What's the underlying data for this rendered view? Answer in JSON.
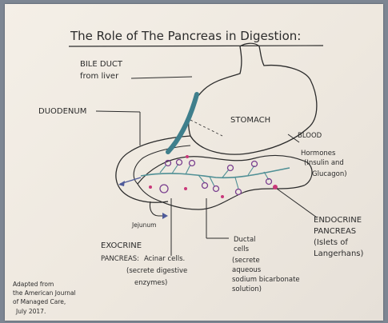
{
  "title": "The Role of The Pancreas in Digestion:",
  "labels": {
    "bile_duct_1": "BILE DUCT",
    "bile_duct_2": "from liver",
    "duodenum": "DUODENUM",
    "stomach": "STOMACH",
    "blood": "BLOOD",
    "hormones_1": "Hormones",
    "hormones_2": "(Insulin and",
    "hormones_3": "Glucagon)",
    "jejunum": "Jejunum",
    "endocrine_1": "ENDOCRINE",
    "endocrine_2": "PANCREAS",
    "endocrine_3": "(Islets of",
    "endocrine_4": "Langerhans)",
    "exocrine_1": "EXOCRINE",
    "exocrine_2": "PANCREAS:",
    "acinar_1": "Acinar cells.",
    "acinar_2": "(secrete digestive",
    "acinar_3": "enzymes)",
    "ductal_1": "Ductal",
    "ductal_2": "cells",
    "ductal_3": "(secrete",
    "ductal_4": "aqueous",
    "ductal_5": "sodium bicarbonate",
    "ductal_6": "solution)",
    "source_1": "Adapted from",
    "source_2": "the American Journal",
    "source_3": "of Managed Care,",
    "source_4": "July 2017."
  },
  "colors": {
    "ink": "#2b2b2b",
    "bile_duct": "#3f7f8c",
    "acinar_purple": "#7a3f8f",
    "islet_pink": "#c9387a",
    "ducts_teal": "#4f8f95"
  }
}
